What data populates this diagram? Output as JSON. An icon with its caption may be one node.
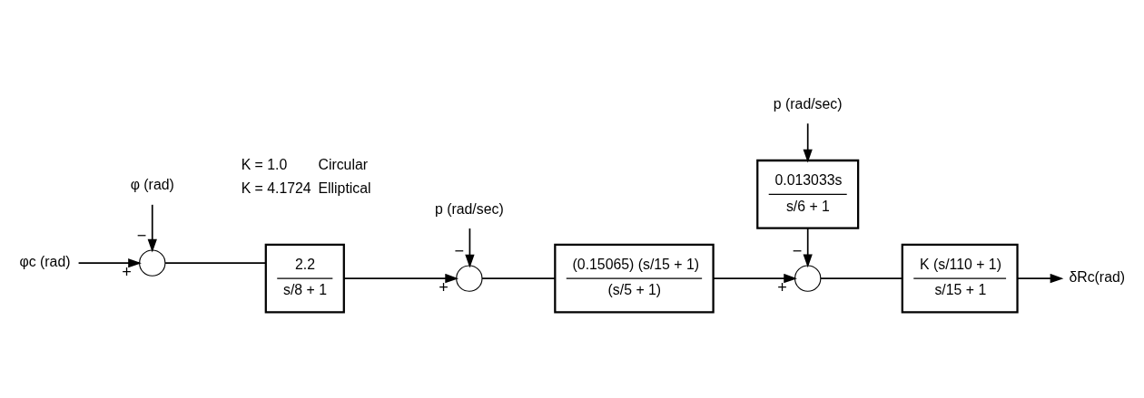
{
  "diagram": {
    "nodes": [
      {
        "text": [
          "φc (rad)"
        ]
      },
      {
        "text": [],
        "shape": "circle"
      },
      {
        "text": [
          "φ (rad)"
        ]
      },
      {
        "text": [
          "2.2",
          "s/8 + 1"
        ]
      },
      {
        "text": [],
        "shape": "circle"
      },
      {
        "text": [
          "p (rad/sec)"
        ]
      },
      {
        "text": [
          "(0.15065) (s/15 + 1)",
          "(s/5 + 1)"
        ]
      },
      {
        "text": [],
        "shape": "circle"
      },
      {
        "text": [
          "0.013033s",
          "s/6 + 1"
        ]
      },
      {
        "text": [
          "p (rad/sec)"
        ]
      },
      {
        "text": [
          "K (s/110 + 1)",
          "s/15 + 1"
        ]
      },
      {
        "text": [
          "δRc(rad)"
        ]
      }
    ],
    "edges": [
      {
        "from": 0,
        "to": 1,
        "arrow": "to",
        "label": "+"
      },
      {
        "from": 2,
        "to": 1,
        "arrow": "to",
        "label": "−"
      },
      {
        "from": 1,
        "to": 3,
        "arrow": "none"
      },
      {
        "from": 3,
        "to": 4,
        "arrow": "to",
        "label": "+"
      },
      {
        "from": 5,
        "to": 4,
        "arrow": "to",
        "label": "−"
      },
      {
        "from": 4,
        "to": 6,
        "arrow": "none"
      },
      {
        "from": 6,
        "to": 7,
        "arrow": "to",
        "label": "+"
      },
      {
        "from": 8,
        "to": 7,
        "arrow": "to",
        "label": "−"
      },
      {
        "from": 9,
        "to": 8,
        "arrow": "to"
      },
      {
        "from": 7,
        "to": 10,
        "arrow": "none"
      },
      {
        "from": 10,
        "to": 11,
        "arrow": "to"
      }
    ],
    "labels": [
      "K = 1.0",
      "Circular",
      "K = 4.1724",
      "Elliptical"
    ]
  }
}
